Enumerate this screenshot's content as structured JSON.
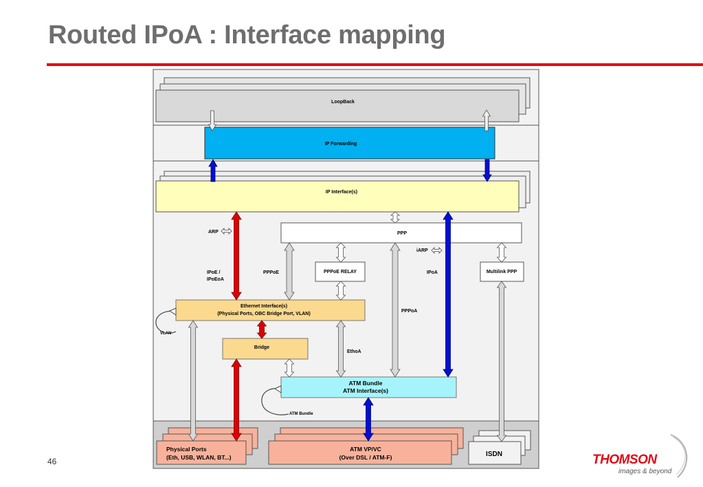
{
  "slide": {
    "title": "Routed IPoA : Interface mapping",
    "page_number": "46"
  },
  "logo": {
    "brand": "THOMSON",
    "tagline": "images & beyond"
  },
  "diagram": {
    "loopback": "LoopBack",
    "ip_forwarding": "IP Forwarding",
    "ip_interfaces": "IP Interface(s)",
    "ppp": "PPP",
    "pppoe_relay": "PPPoE RELAY",
    "multilink_ppp": "Multilink PPP",
    "ethernet_interface_line1": "Ethernet Interface(s)",
    "ethernet_interface_line2": "(Physical Ports, OBC Bridge Port, VLAN)",
    "bridge": "Bridge",
    "atm_bundle_line1": "ATM Bundle",
    "atm_bundle_line2": "ATM Interface(s)",
    "physical_ports_line1": "Physical Ports",
    "physical_ports_line2": "(Eth, USB, WLAN, BT...)",
    "atm_vpvc_line1": "ATM VP/VC",
    "atm_vpvc_line2": "(Over DSL / ATM-F)",
    "isdn": "ISDN",
    "arp": "ARP",
    "iarp": "iARP",
    "ipoe_line1": "IPoE /",
    "ipoe_line2": "IPoEoA",
    "pppoe": "PPPoE",
    "ipoa": "IPoA",
    "pppoa": "PPPoA",
    "ethoa": "EthoA",
    "vlan": "VLAN",
    "atm_bundle_loop": "ATM Bundle"
  },
  "colors": {
    "title_gray": "#6e6e6e",
    "title_rule_red": "#e30613",
    "ip_forwarding_blue": "#00b0f0",
    "ip_interface_yellow": "#ffffbb",
    "ethernet_bridge_orange": "#fbd98e",
    "atm_bundle_cyan": "#a6f4fb",
    "physical_salmon": "#f8b29c",
    "arrow_red": "#e00000",
    "arrow_blue": "#0010d0",
    "arrow_gray": "#d8d8d8"
  }
}
